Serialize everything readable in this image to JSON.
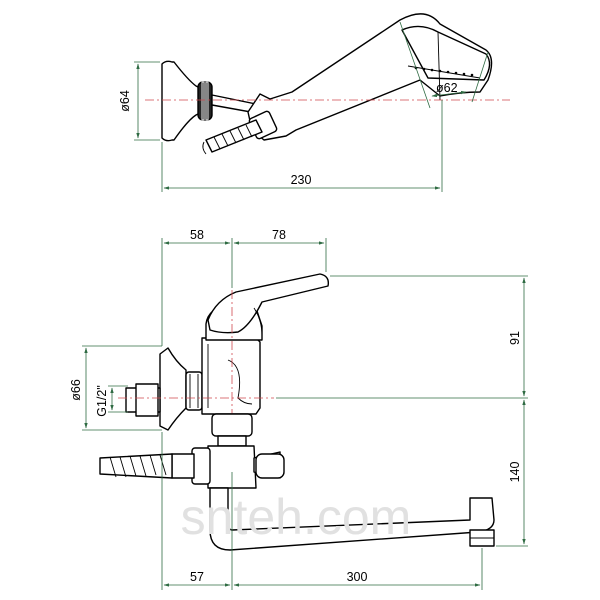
{
  "watermark": "snteh.com",
  "shower_head": {
    "flange_diameter": "ø64",
    "head_diameter": "ø62",
    "overall_length": "230"
  },
  "mixer": {
    "body_offset": "58",
    "lever_reach": "78",
    "lever_height": "91",
    "flange_diameter": "ø66",
    "thread": "G1/2\"",
    "spout_height": "140",
    "wall_to_axis": "57",
    "spout_length": "300"
  },
  "colors": {
    "outline": "#000000",
    "dimension_lines": "#2f6b43",
    "center_lines": "#d0484e",
    "watermark": "#e1e1e1"
  }
}
